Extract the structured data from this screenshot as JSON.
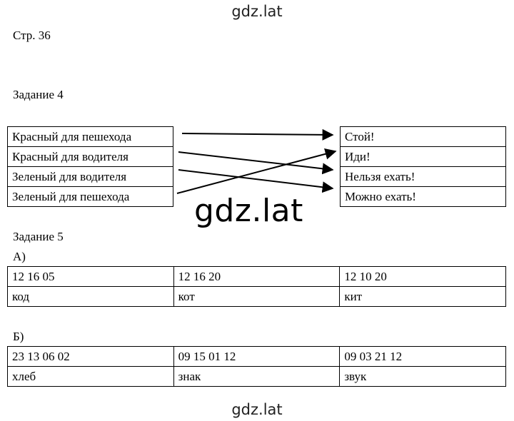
{
  "watermark": "gdz.lat",
  "page_label": "Стр. 36",
  "task4": {
    "title": "Задание 4",
    "left": [
      "Красный для пешехода",
      "Красный для водителя",
      "Зеленый для водителя",
      "Зеленый для пешехода"
    ],
    "right": [
      "Стой!",
      "Иди!",
      "Нельзя ехать!",
      "Можно ехать!"
    ]
  },
  "task5": {
    "title": "Задание 5",
    "part_a": {
      "label": "А)",
      "codes": [
        "12 16 05",
        "12 16 20",
        "12 10  20"
      ],
      "words": [
        "код",
        "кот",
        "кит"
      ]
    },
    "part_b": {
      "label": "Б)",
      "codes": [
        "23 13 06 02",
        "09 15 01 12",
        "09 03 21 12"
      ],
      "words": [
        "хлеб",
        "знак",
        "звук"
      ]
    }
  }
}
